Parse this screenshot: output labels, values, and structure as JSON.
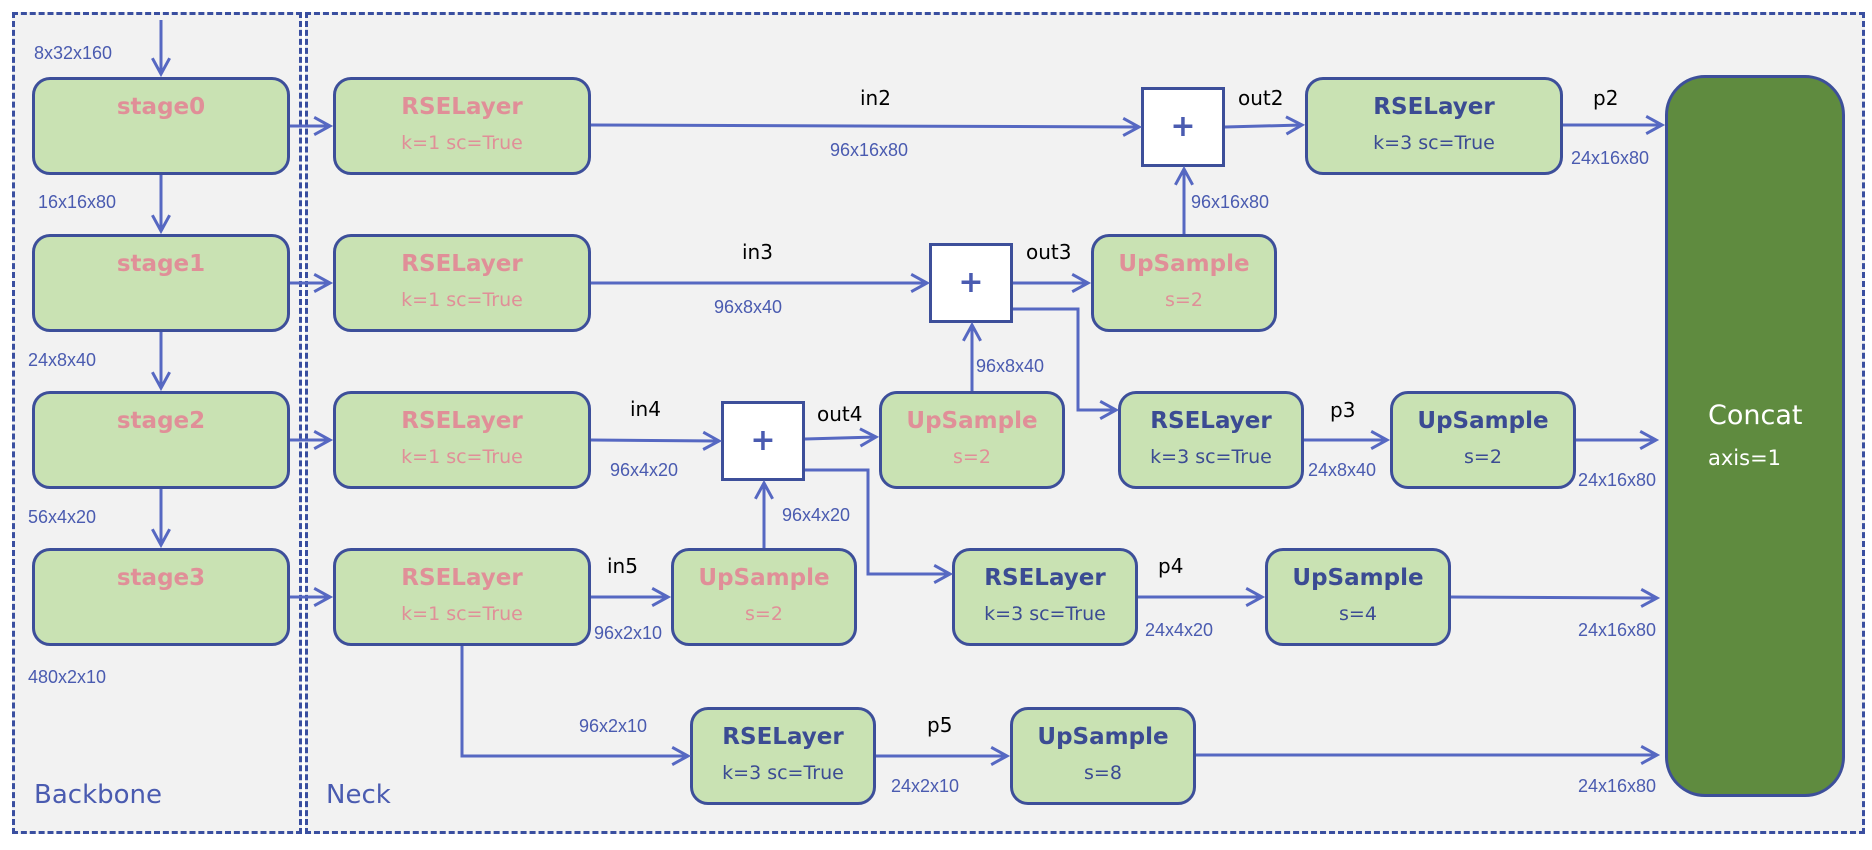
{
  "sections": {
    "backbone": "Backbone",
    "neck": "Neck"
  },
  "backbone": {
    "input_shape": "8x32x160",
    "stages": [
      {
        "name": "stage0",
        "out_shape": "16x16x80"
      },
      {
        "name": "stage1",
        "out_shape": "24x8x40"
      },
      {
        "name": "stage2",
        "out_shape": "56x4x20"
      },
      {
        "name": "stage3",
        "out_shape": "480x2x10"
      }
    ]
  },
  "neck": {
    "lateral": [
      {
        "title": "RSELayer",
        "params": "k=1 sc=True",
        "out_label": "in2",
        "out_shape": "96x16x80"
      },
      {
        "title": "RSELayer",
        "params": "k=1 sc=True",
        "out_label": "in3",
        "out_shape": "96x8x40"
      },
      {
        "title": "RSELayer",
        "params": "k=1 sc=True",
        "out_label": "in4",
        "out_shape": "96x4x20"
      },
      {
        "title": "RSELayer",
        "params": "k=1 sc=True",
        "out_label": "in5",
        "out_shape": "96x2x10"
      }
    ],
    "in5_branch_shape": "96x2x10",
    "upsamples_topdown": [
      {
        "title": "UpSample",
        "params": "s=2",
        "out_shape": "96x16x80"
      },
      {
        "title": "UpSample",
        "params": "s=2",
        "out_shape": "96x8x40"
      },
      {
        "title": "UpSample",
        "params": "s=2",
        "out_shape": "96x4x20"
      }
    ],
    "adds": [
      {
        "symbol": "+",
        "out_label": "out2"
      },
      {
        "symbol": "+",
        "out_label": "out3"
      },
      {
        "symbol": "+",
        "out_label": "out4"
      }
    ],
    "heads": [
      {
        "rse_title": "RSELayer",
        "rse_params": "k=3 sc=True",
        "p_label": "p2",
        "p_shape": "24x16x80",
        "up_title": "",
        "up_params": "",
        "final_shape": ""
      },
      {
        "rse_title": "RSELayer",
        "rse_params": "k=3 sc=True",
        "p_label": "p3",
        "p_shape": "24x8x40",
        "up_title": "UpSample",
        "up_params": "s=2",
        "final_shape": "24x16x80"
      },
      {
        "rse_title": "RSELayer",
        "rse_params": "k=3 sc=True",
        "p_label": "p4",
        "p_shape": "24x4x20",
        "up_title": "UpSample",
        "up_params": "s=4",
        "final_shape": "24x16x80"
      },
      {
        "rse_title": "RSELayer",
        "rse_params": "k=3 sc=True",
        "p_label": "p5",
        "p_shape": "24x2x10",
        "up_title": "UpSample",
        "up_params": "s=8",
        "final_shape": "24x16x80"
      }
    ],
    "concat": {
      "title": "Concat",
      "params": "axis=1"
    }
  },
  "colors": {
    "panel_bg": "#f2f2f2",
    "border": "#3d4f9a",
    "arrow": "#5668c2",
    "box_fill": "#c9e2b3",
    "pink_text": "#e08f98",
    "blue_text": "#3b4b93",
    "concat_fill": "#5f8b3f"
  }
}
